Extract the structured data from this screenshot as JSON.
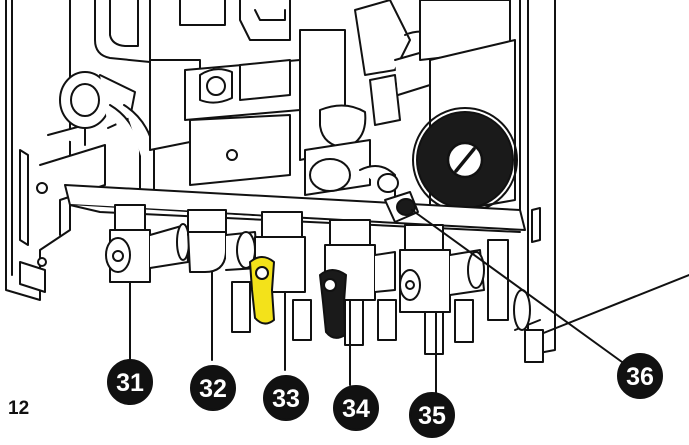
{
  "figure": {
    "number": "12"
  },
  "callouts": [
    {
      "id": "31",
      "label": "31"
    },
    {
      "id": "32",
      "label": "32"
    },
    {
      "id": "33",
      "label": "33"
    },
    {
      "id": "34",
      "label": "34"
    },
    {
      "id": "35",
      "label": "35"
    },
    {
      "id": "36",
      "label": "36"
    }
  ],
  "colors": {
    "line": "#111111",
    "badge": "#111111",
    "badge_text": "#ffffff",
    "tap_yellow": "#f3e21a",
    "tap_black": "#1a1a1a",
    "background": "#ffffff"
  }
}
